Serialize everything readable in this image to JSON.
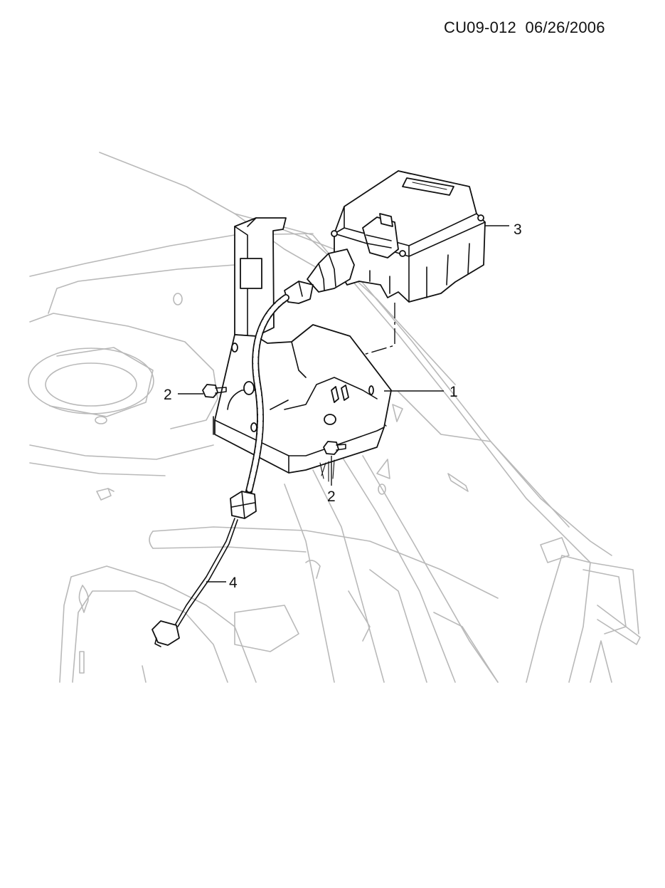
{
  "header": {
    "drawing_code": "CU09-012",
    "date": "06/26/2006"
  },
  "callouts": {
    "bracket": "1",
    "bolt_left": "2",
    "bolt_bottom": "2",
    "control_module": "3",
    "sensor_harness": "4"
  }
}
